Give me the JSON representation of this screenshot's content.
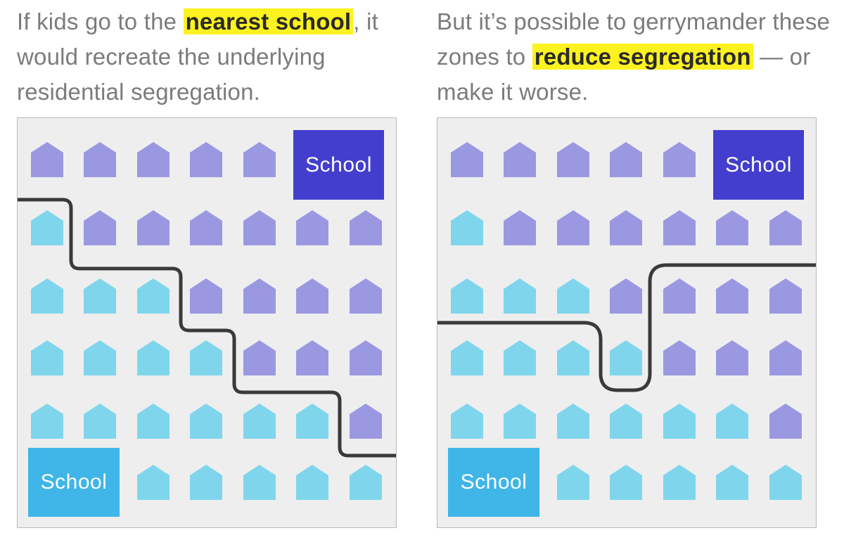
{
  "colors": {
    "blue_school": "#433ecd",
    "light_school": "#3fb5e8",
    "purple_house": "#9b98e2",
    "cyan_house": "#7fd6ec",
    "boundary": "#3a3a3a"
  },
  "left": {
    "caption": {
      "part1": "If kids go to the ",
      "highlight": "nearest school",
      "part2": ", it would recreate the underlying residential segregation."
    },
    "school_top_label": "School",
    "school_bottom_label": "School",
    "grid": [
      [
        "P",
        "P",
        "P",
        "P",
        "P",
        "S",
        "S"
      ],
      [
        "C",
        "P",
        "P",
        "P",
        "P",
        "P",
        "P"
      ],
      [
        "C",
        "C",
        "C",
        "P",
        "P",
        "P",
        "P"
      ],
      [
        "C",
        "C",
        "C",
        "C",
        "P",
        "P",
        "P"
      ],
      [
        "C",
        "C",
        "C",
        "C",
        "C",
        "C",
        "P"
      ],
      [
        "S",
        "S",
        "C",
        "C",
        "C",
        "C",
        "C"
      ]
    ]
  },
  "right": {
    "caption": {
      "part1": "But it’s possible to gerrymander these zones to ",
      "highlight": "reduce segregation",
      "part2": " — or make it worse."
    },
    "school_top_label": "School",
    "school_bottom_label": "School",
    "grid": [
      [
        "P",
        "P",
        "P",
        "P",
        "P",
        "S",
        "S"
      ],
      [
        "C",
        "P",
        "P",
        "P",
        "P",
        "P",
        "P"
      ],
      [
        "C",
        "C",
        "C",
        "P",
        "P",
        "P",
        "P"
      ],
      [
        "C",
        "C",
        "C",
        "C",
        "P",
        "P",
        "P"
      ],
      [
        "C",
        "C",
        "C",
        "C",
        "C",
        "C",
        "P"
      ],
      [
        "S",
        "S",
        "C",
        "C",
        "C",
        "C",
        "C"
      ]
    ]
  }
}
